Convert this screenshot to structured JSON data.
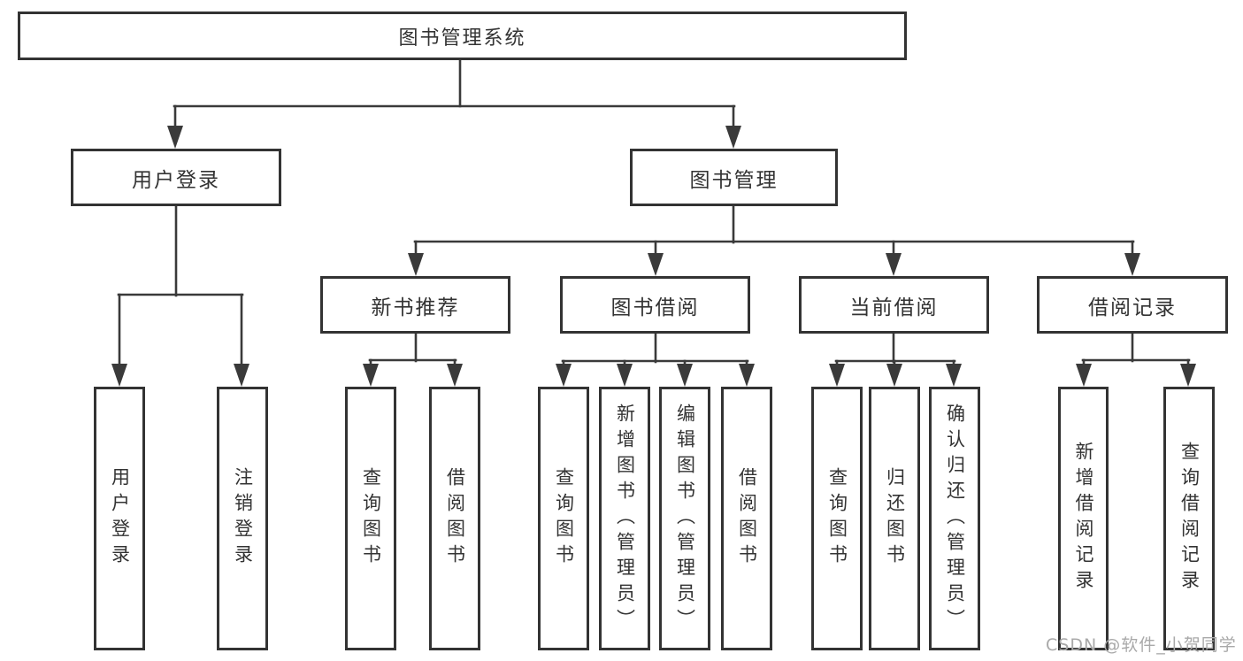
{
  "diagram": {
    "root": {
      "label": "图书管理系统"
    },
    "level2": [
      {
        "label": "用户登录"
      },
      {
        "label": "图书管理"
      }
    ],
    "level3": [
      {
        "label": "新书推荐"
      },
      {
        "label": "图书借阅"
      },
      {
        "label": "当前借阅"
      },
      {
        "label": "借阅记录"
      }
    ],
    "leaves": {
      "user_login": [
        "用户登录",
        "注销登录"
      ],
      "new_book_recommend": [
        "查询图书",
        "借阅图书"
      ],
      "book_borrow": [
        "查询图书",
        "新增图书（管理员）",
        "编辑图书（管理员）",
        "借阅图书"
      ],
      "current_borrow": [
        "查询图书",
        "归还图书",
        "确认归还（管理员）"
      ],
      "borrow_record": [
        "新增借阅记录",
        "查询借阅记录"
      ]
    }
  },
  "watermark": {
    "text": "CSDN @软件_小贺同学"
  },
  "colors": {
    "line": "#3a3a3a",
    "box_border": "#333333",
    "text": "#333333",
    "watermark": "#a9a9a9",
    "background": "#ffffff"
  }
}
